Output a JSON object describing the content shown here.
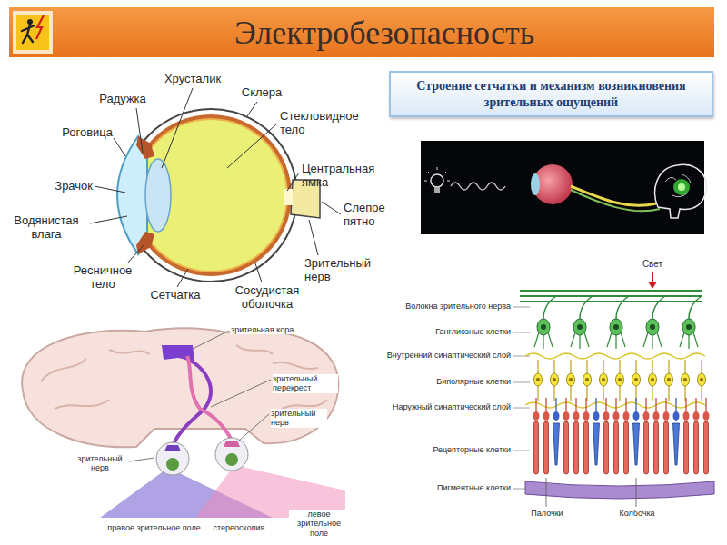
{
  "diagram": {
    "title": "Электробезопасность",
    "nodes": [
      {
        "text": [
          "Строение сетчатки и механизм возникновения зрительных ощущений"
        ]
      }
    ],
    "labels": [
      "Хрусталик",
      "Радужка",
      "Склера",
      "Роговица",
      "Стекловидное тело",
      "Зрачок",
      "Центральная ямка",
      "Водянистая влага",
      "Слепое пятно",
      "Ресничное тело",
      "Зрительный нерв",
      "Сетчатка",
      "Сосудистая оболочка",
      "Свет",
      "Волокна зрительного нерва",
      "Ганглиозные клетки",
      "Внутренний синаптический слой",
      "Биполярные клетки",
      "Наружный синаптический слой",
      "Рецепторные клетки",
      "Пигментные клетки",
      "Палочки",
      "Колбочка",
      "зрительная кора",
      "зрительный перекрест",
      "зрительный нерв",
      "зрительный нерв",
      "правое зрительное поле",
      "стереоскопия",
      "левое зрительное поле"
    ]
  }
}
